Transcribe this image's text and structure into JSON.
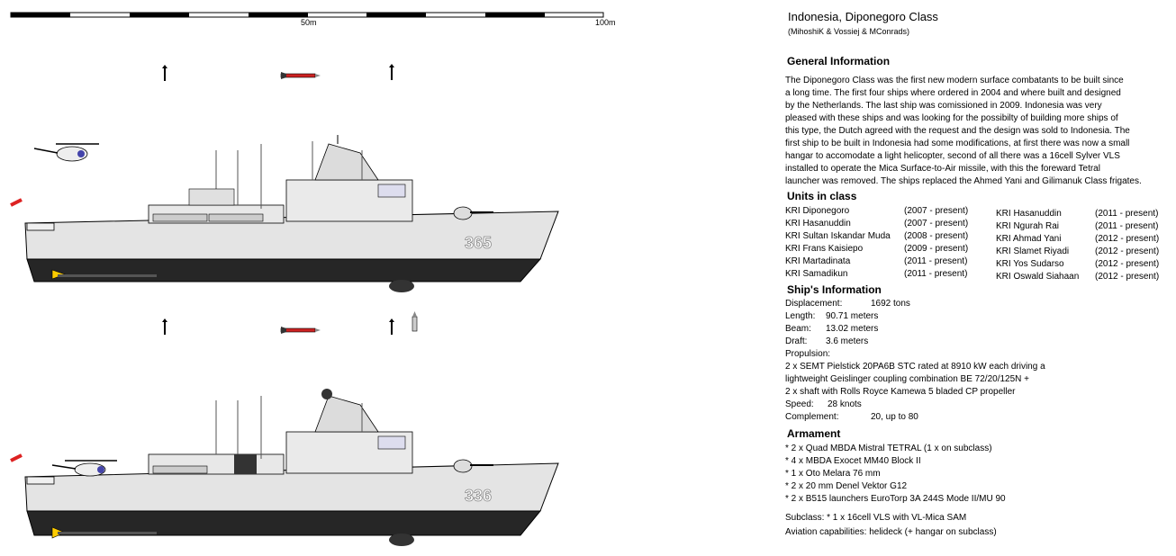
{
  "scale": {
    "mid_label": "50m",
    "end_label": "100m"
  },
  "ships": [
    {
      "hull_number": "365"
    },
    {
      "hull_number": "336"
    }
  ],
  "info": {
    "title": "Indonesia, Diponegoro Class",
    "credit": "(MihoshiK & Vossiej & MConrads)",
    "general_heading": "General Information",
    "general_lines": [
      "The Diponegoro Class was the first new modern surface combatants to be built since",
      "a long time. The first four ships where ordered in 2004 and where built and designed",
      "by the Netherlands. The last ship was comissioned in 2009. Indonesia was very",
      "pleased with these ships and was looking for the possibilty of building more ships of",
      "this type, the Dutch agreed with the request and the design was sold to Indonesia. The",
      "first ship to be built in Indonesia had some modifications, at first there was now a small",
      "hangar to accomodate a light helicopter, second of all there was a 16cell Sylver VLS",
      "installed to operate the Mica Surface-to-Air missile, with this the foreward Tetral",
      "launcher was removed. The ships replaced the Ahmed Yani and Gilimanuk Class frigates."
    ],
    "units_heading": "Units in class",
    "units_left": [
      {
        "name": "KRI Diponegoro",
        "period": "(2007 - present)"
      },
      {
        "name": "KRI Hasanuddin",
        "period": "(2007 - present)"
      },
      {
        "name": "KRI Sultan Iskandar Muda",
        "period": "(2008 - present)"
      },
      {
        "name": "KRI Frans Kaisiepo",
        "period": "(2009 - present)"
      },
      {
        "name": "KRI Martadinata",
        "period": "(2011 - present)"
      },
      {
        "name": "KRI Samadikun",
        "period": "(2011 - present)"
      }
    ],
    "units_right": [
      {
        "name": "KRI Hasanuddin",
        "period": "(2011 - present)"
      },
      {
        "name": "KRI Ngurah Rai",
        "period": "(2011 - present)"
      },
      {
        "name": "KRI Ahmad Yani",
        "period": "(2012 - present)"
      },
      {
        "name": "KRI Slamet Riyadi",
        "period": "(2012 - present)"
      },
      {
        "name": "KRI Yos Sudarso",
        "period": "(2012 - present)"
      },
      {
        "name": "KRI Oswald Siahaan",
        "period": "(2012 - present)"
      }
    ],
    "ship_info_heading": "Ship's Information",
    "displacement_label": "Displacement:",
    "displacement_value": "1692 tons",
    "length_label": "Length:",
    "length_value": "90.71 meters",
    "beam_label": "Beam:",
    "beam_value": "13.02 meters",
    "draft_label": "Draft:",
    "draft_value": "3.6 meters",
    "propulsion_label": "Propulsion:",
    "propulsion_lines": [
      "2 x SEMT Pielstick 20PA6B STC rated at 8910 kW each driving a",
      "lightweight Geislinger coupling combination BE 72/20/125N +",
      "2 x shaft with Rolls Royce Kamewa 5 bladed CP propeller"
    ],
    "speed_label": "Speed:",
    "speed_value": "28 knots",
    "complement_label": "Complement:",
    "complement_value": "20, up to 80",
    "armament_heading": "Armament",
    "armament_lines": [
      "* 2 x Quad MBDA Mistral TETRAL (1 x on subclass)",
      "* 4 x MBDA Exocet MM40 Block II",
      "* 1 x Oto Melara 76 mm",
      "* 2 x 20 mm Denel Vektor G12",
      "* 2 x B515 launchers EuroTorp 3A 244S Mode II/MU 90"
    ],
    "subclass_line": "Subclass: * 1 x 16cell VLS with VL-Mica SAM",
    "aviation_line": "Aviation capabilities: helideck (+ hangar on subclass)"
  }
}
